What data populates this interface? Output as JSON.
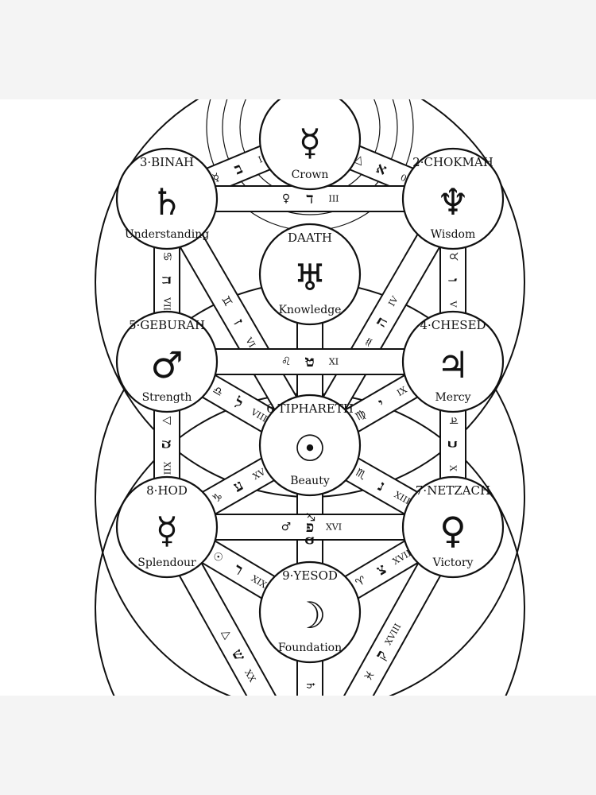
{
  "sephiroth": [
    {
      "id": "kether",
      "symbol": "☿",
      "subtitle": "Crown"
    },
    {
      "id": "chokmah",
      "title": "2·CHOKMAH",
      "symbol": "♆",
      "subtitle": "Wisdom"
    },
    {
      "id": "binah",
      "title": "3·BINAH",
      "symbol": "♄",
      "subtitle": "Understanding"
    },
    {
      "id": "daath",
      "title": "DAATH",
      "symbol": "♅",
      "subtitle": "Knowledge"
    },
    {
      "id": "chesed",
      "title": "4·CHESED",
      "symbol": "♃",
      "subtitle": "Mercy"
    },
    {
      "id": "geburah",
      "title": "5·GEBURAH",
      "symbol": "♂",
      "subtitle": "Strength"
    },
    {
      "id": "tiphareth",
      "title": "6·TIPHARETH",
      "symbol": "☉",
      "subtitle": "Beauty"
    },
    {
      "id": "netzach",
      "title": "7·NETZACH",
      "symbol": "♀",
      "subtitle": "Victory"
    },
    {
      "id": "hod",
      "title": "8·HOD",
      "symbol": "☿",
      "subtitle": "Splendour"
    },
    {
      "id": "yesod",
      "title": "9·YESOD",
      "symbol": "☽",
      "subtitle": "Foundation"
    }
  ],
  "paths": [
    {
      "id": "p-kether-binah",
      "trump": "I",
      "letter": "ב",
      "astro": "☿"
    },
    {
      "id": "p-kether-chokmah",
      "trump": "0",
      "letter": "א",
      "astro": "△"
    },
    {
      "id": "p-binah-chokmah",
      "trump": "III",
      "letter": "ד",
      "astro": "♀"
    },
    {
      "id": "p-binah-geburah",
      "trump": "VII",
      "letter": "ח",
      "astro": "♋"
    },
    {
      "id": "p-binah-tiphareth",
      "trump": "VI",
      "letter": "ז",
      "astro": "♊"
    },
    {
      "id": "p-chokmah-tiphareth",
      "trump": "IV",
      "letter": "ה",
      "astro": "♒"
    },
    {
      "id": "p-chokmah-chesed",
      "trump": "V",
      "letter": "ו",
      "astro": "♉"
    },
    {
      "id": "p-daath",
      "letter": "ג"
    },
    {
      "id": "p-geburah-chesed",
      "trump": "XI",
      "letter": "ט",
      "astro": "♌"
    },
    {
      "id": "p-geburah-tiphareth",
      "trump": "VIII",
      "letter": "ל",
      "astro": "♎"
    },
    {
      "id": "p-chesed-tiphareth",
      "trump": "IX",
      "letter": "י",
      "astro": "♍"
    },
    {
      "id": "p-geburah-hod",
      "trump": "XII",
      "letter": "מ",
      "astro": "▽"
    },
    {
      "id": "p-chesed-netzach",
      "trump": "X",
      "letter": "כ",
      "astro": "♃"
    },
    {
      "id": "p-tiphareth-hod",
      "trump": "XV",
      "letter": "ע",
      "astro": "♑"
    },
    {
      "id": "p-tiphareth-netzach",
      "trump": "XIII",
      "letter": "נ",
      "astro": "♏"
    },
    {
      "id": "p-tiphareth-yesod",
      "letter": "ס",
      "astro": "♐"
    },
    {
      "id": "p-hod-netzach",
      "trump": "XVI",
      "letter": "פ",
      "astro": "♂"
    },
    {
      "id": "p-hod-yesod",
      "trump": "XIX",
      "letter": "ר",
      "astro": "☉"
    },
    {
      "id": "p-netzach-yesod",
      "trump": "XVII",
      "letter": "צ",
      "astro": "♈"
    },
    {
      "id": "p-hod-malkuth",
      "trump": "XX",
      "letter": "ש",
      "astro": "△"
    },
    {
      "id": "p-netzach-malkuth",
      "trump": "XVIII",
      "letter": "ק",
      "astro": "♓"
    },
    {
      "id": "p-yesod-malkuth",
      "letter": "ת",
      "astro": "♄"
    }
  ],
  "colors": {
    "ink": "#111111",
    "paper": "#ffffff",
    "background": "#f4f4f4"
  }
}
